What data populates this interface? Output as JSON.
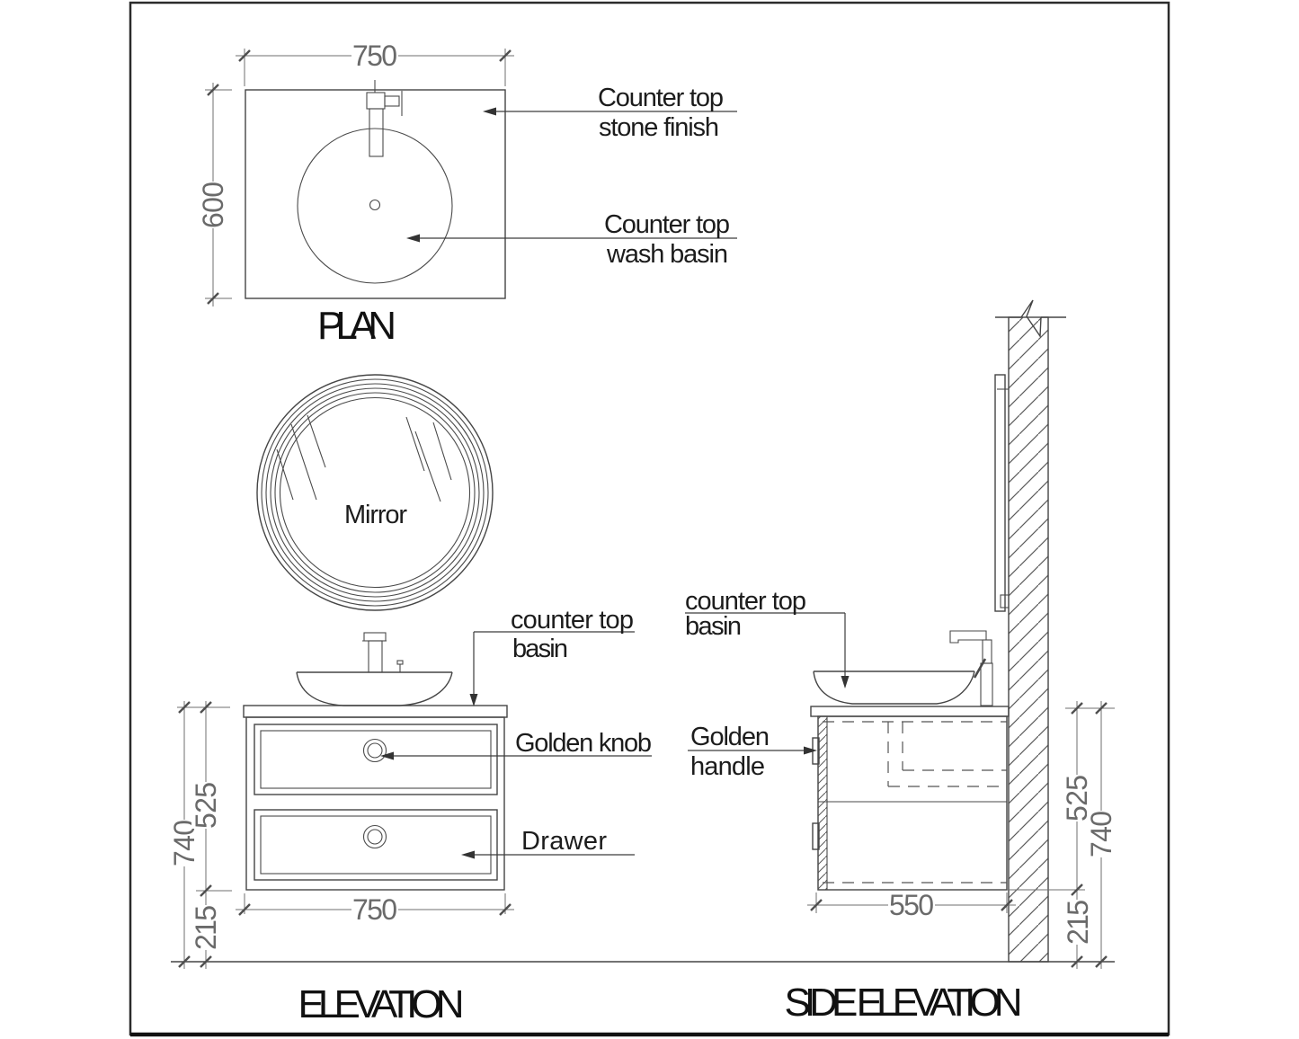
{
  "drawing": {
    "type": "bathroom vanity working drawing",
    "colors": {
      "background": "#ffffff",
      "object_lines": "#454545",
      "dimension_lines": "#6f6f6f",
      "dimension_text": "#6a6a6a",
      "label_text": "#1c1c1c",
      "frame": "#2b2b2b"
    }
  },
  "plan": {
    "title": "PLAN",
    "dim_width": "750",
    "dim_depth": "600",
    "label_stone": {
      "l1": "Counter top",
      "l2": "stone finish"
    },
    "label_basin": {
      "l1": "Counter top",
      "l2": "wash basin"
    }
  },
  "mirror": {
    "label": "Mirror"
  },
  "elevation": {
    "title": "ELEVATION",
    "dim_width": "750",
    "dim_total_height": "740",
    "dim_cabinet_height": "525",
    "dim_clearance": "215",
    "label_basin": {
      "l1": "counter top",
      "l2": "basin"
    },
    "label_knob": "Golden knob",
    "label_drawer": "Drawer"
  },
  "side": {
    "title": "SIDE ELEVATION",
    "dim_depth": "550",
    "dim_total_height": "740",
    "dim_cabinet_height": "525",
    "dim_clearance": "215",
    "label_basin": {
      "l1": "counter top",
      "l2": "basin"
    },
    "label_handle": {
      "l1": "Golden",
      "l2": "handle"
    }
  }
}
